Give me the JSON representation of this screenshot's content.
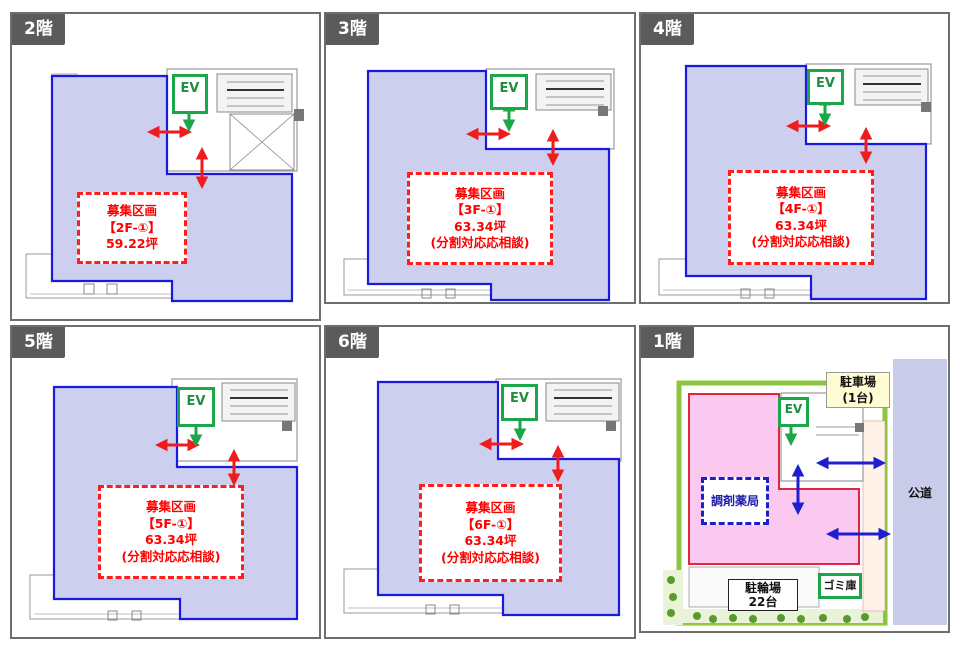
{
  "floors": {
    "f2": {
      "label": "2階",
      "ev": "EV",
      "area_label": "募集区画",
      "unit": "【2F-①】",
      "size": "59.22坪"
    },
    "f3": {
      "label": "3階",
      "ev": "EV",
      "area_label": "募集区画",
      "unit": "【3F-①】",
      "size": "63.34坪",
      "note": "(分割対応応相談)"
    },
    "f4": {
      "label": "4階",
      "ev": "EV",
      "area_label": "募集区画",
      "unit": "【4F-①】",
      "size": "63.34坪",
      "note": "(分割対応応相談)"
    },
    "f5": {
      "label": "5階",
      "ev": "EV",
      "area_label": "募集区画",
      "unit": "【5F-①】",
      "size": "63.34坪",
      "note": "(分割対応応相談)"
    },
    "f6": {
      "label": "6階",
      "ev": "EV",
      "area_label": "募集区画",
      "unit": "【6F-①】",
      "size": "63.34坪",
      "note": "(分割対応応相談)"
    },
    "f1": {
      "label": "1階",
      "ev": "EV",
      "pharmacy": "調剤薬局",
      "parking_line1": "駐車場",
      "parking_line2": "(1台)",
      "road": "公道",
      "bike_line1": "駐輪場",
      "bike_line2": "22台",
      "garbage": "ゴミ庫"
    }
  },
  "colors": {
    "area_fill": "#cccfee",
    "area_border": "#1a1adf",
    "ev_green": "#1ca64a",
    "arrow_red": "#ee1c1c",
    "callout_red": "#ff1e1e",
    "pharmacy_fill": "#fbc8f0",
    "road_fill": "#c9cce8",
    "parking_tag_fill": "#fffbd2"
  }
}
